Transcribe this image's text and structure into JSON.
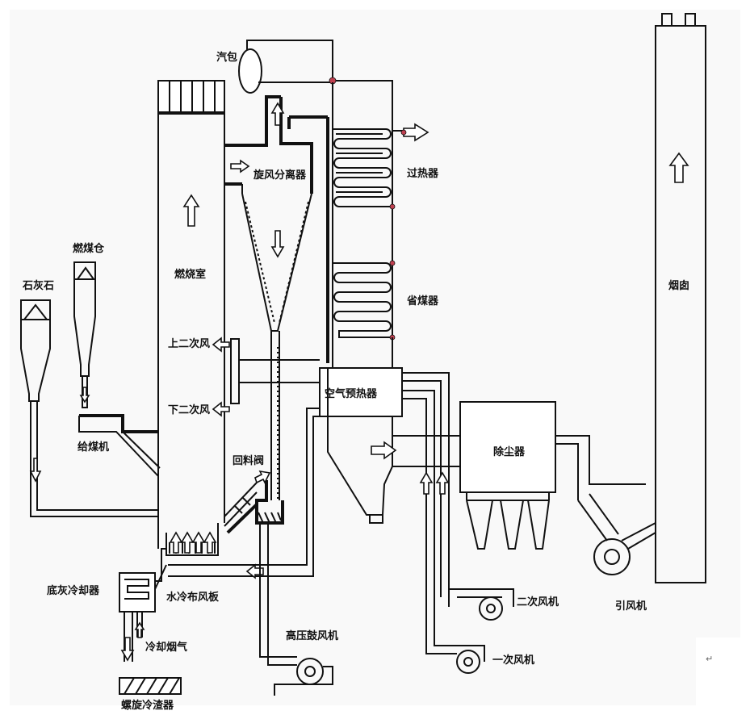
{
  "labels": {
    "limestone": "石灰石",
    "coal_bunker": "燃煤仓",
    "coal_feeder": "给煤机",
    "furnace": "燃烧室",
    "upper_secondary_air": "上二次风",
    "lower_secondary_air": "下二次风",
    "loop_seal": "回料阀",
    "steam_drum": "汽包",
    "cyclone": "旋风分离器",
    "superheater": "过热器",
    "economizer": "省煤器",
    "air_preheater": "空气预热器",
    "dust_collector": "除尘器",
    "chimney": "烟囱",
    "induced_draft_fan": "引风机",
    "secondary_fan": "二次风机",
    "primary_fan": "一次风机",
    "high_pressure_blower": "高压鼓风机",
    "wind_cap_plate": "水冷布风板",
    "ash_cooler": "底灰冷却器",
    "cooling_flue_gas": "冷却烟气",
    "screw_conveyor": "螺旋冷渣器"
  },
  "paragraph_mark": "↵",
  "icons": {
    "flow_arrow": "hollow-arrow",
    "connection_point": "red-dot"
  },
  "colors": {
    "line": "#111111",
    "connection_point": "#c04050",
    "background": "#f9f9f9"
  }
}
